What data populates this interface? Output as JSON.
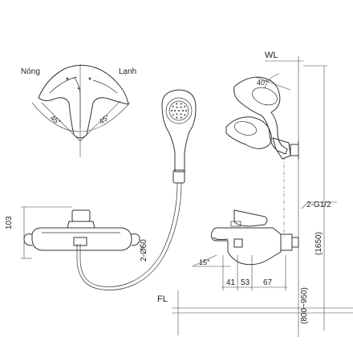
{
  "labels": {
    "hot": "Nóng",
    "cold": "Lạnh",
    "angle_left": "45°",
    "angle_right": "45°",
    "angle_tilt": "40°",
    "angle_spout": "15°",
    "wall_line": "WL",
    "floor_line": "FL",
    "height_103": "103",
    "diameter": "2-Ø60",
    "thread": "2-G1/2",
    "dim_41": "41",
    "dim_53": "53",
    "dim_67": "67",
    "height_1650": "(1650)",
    "height_range": "(800~950)"
  }
}
